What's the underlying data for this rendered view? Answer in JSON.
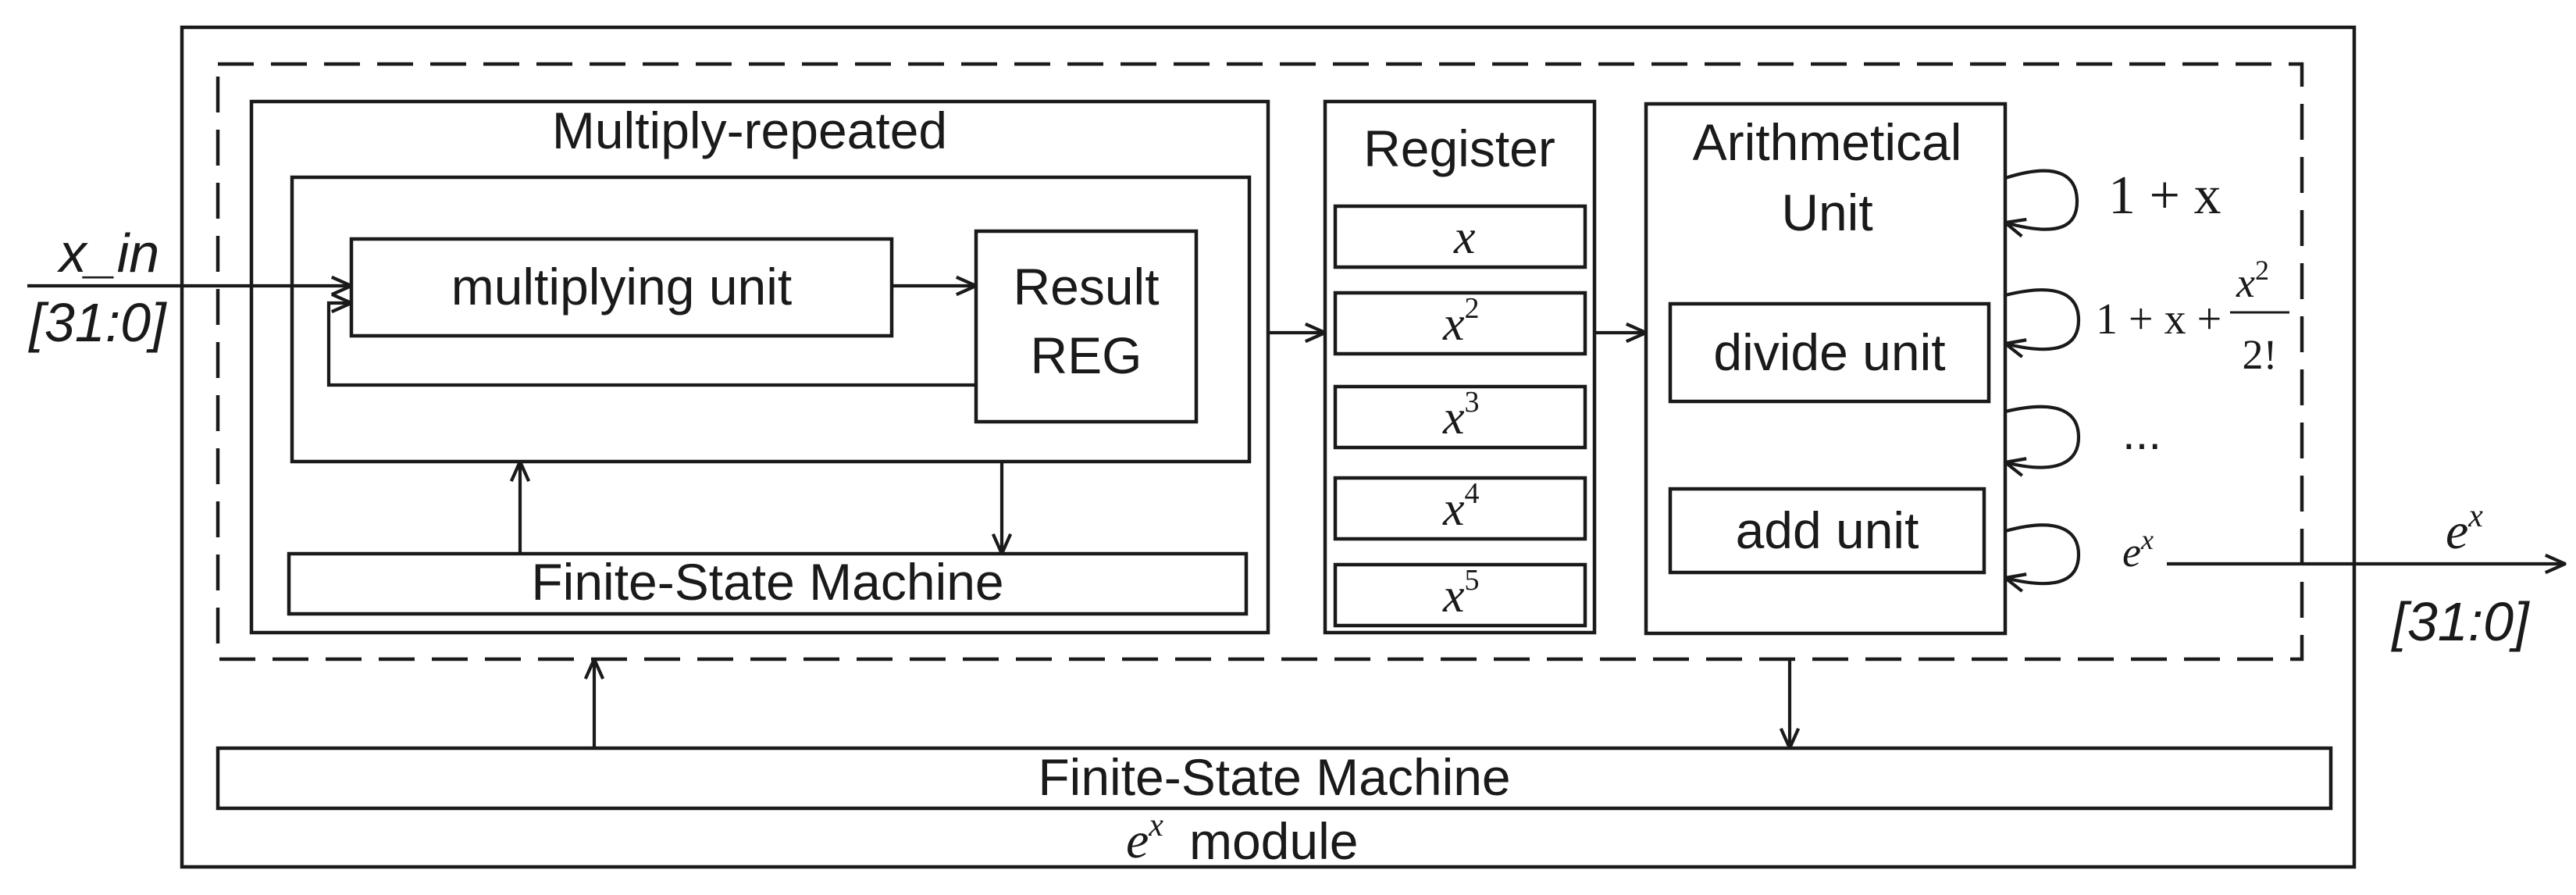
{
  "diagram": {
    "input": {
      "name": "x_in",
      "width": "[31:0]"
    },
    "output": {
      "name": "e",
      "superscript": "x",
      "width": "[31:0]"
    },
    "multiply_repeated": {
      "title": "Multiply-repeated",
      "multiplying_unit": "multiplying unit",
      "result_reg": [
        "Result",
        "REG"
      ],
      "fsm": "Finite-State Machine"
    },
    "register": {
      "title": "Register",
      "entries": [
        {
          "base": "x",
          "exp": ""
        },
        {
          "base": "x",
          "exp": "2"
        },
        {
          "base": "x",
          "exp": "3"
        },
        {
          "base": "x",
          "exp": "4"
        },
        {
          "base": "x",
          "exp": "5"
        }
      ]
    },
    "arithmetical_unit": {
      "title": [
        "Arithmetical",
        "Unit"
      ],
      "divide_unit": "divide unit",
      "add_unit": "add unit"
    },
    "loop_labels": {
      "first": "1 + x",
      "second_prefix": "1 + x +",
      "second_num_base": "x",
      "second_num_exp": "2",
      "second_den": "2!",
      "third": "...",
      "fourth_base": "e",
      "fourth_exp": "x"
    },
    "main_fsm": "Finite-State Machine",
    "module_label": {
      "base": "e",
      "exp": "x",
      "suffix": "module"
    }
  }
}
